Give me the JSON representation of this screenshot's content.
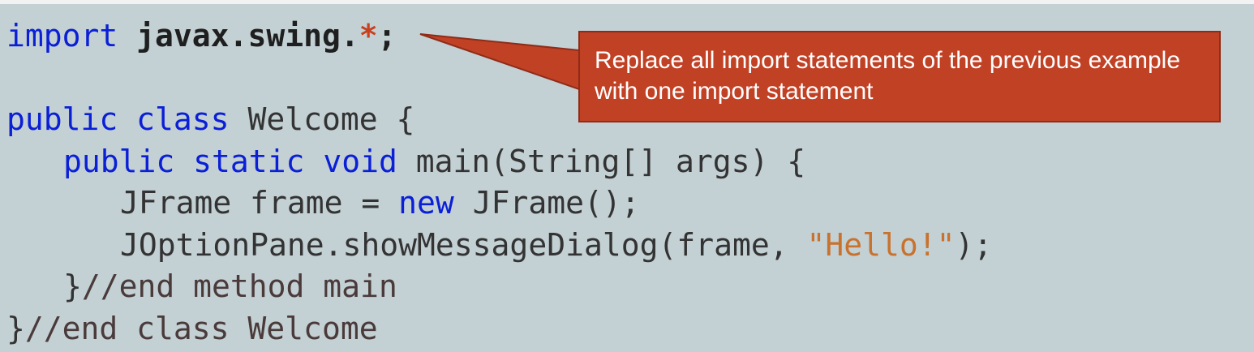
{
  "code": {
    "line1": {
      "kw": "import",
      "space": " ",
      "pkg": "javax.swing.",
      "star": "*",
      "semi": ";"
    },
    "line2": "",
    "line3": {
      "kw1": "public",
      "kw2": "class",
      "rest": " Welcome {"
    },
    "line4": {
      "kw1": "public",
      "kw2": "static",
      "kw3": "void",
      "rest": " main(String[] args) {"
    },
    "line5": {
      "pre": "JFrame frame = ",
      "kw": "new",
      "rest": " JFrame();"
    },
    "line6": {
      "pre": "JOptionPane.showMessageDialog(frame, ",
      "str": "\"Hello!\"",
      "rest": ");"
    },
    "line7": {
      "brace": "}",
      "comment": "//end method main"
    },
    "line8": {
      "brace": "}",
      "comment": "//end class Welcome"
    }
  },
  "callout": {
    "text": "Replace all import statements of the previous example with one import statement"
  },
  "colors": {
    "panel_bg": "#c3d0d4",
    "keyword": "#0a1fd6",
    "string": "#c8722e",
    "callout_bg": "#c14125"
  }
}
